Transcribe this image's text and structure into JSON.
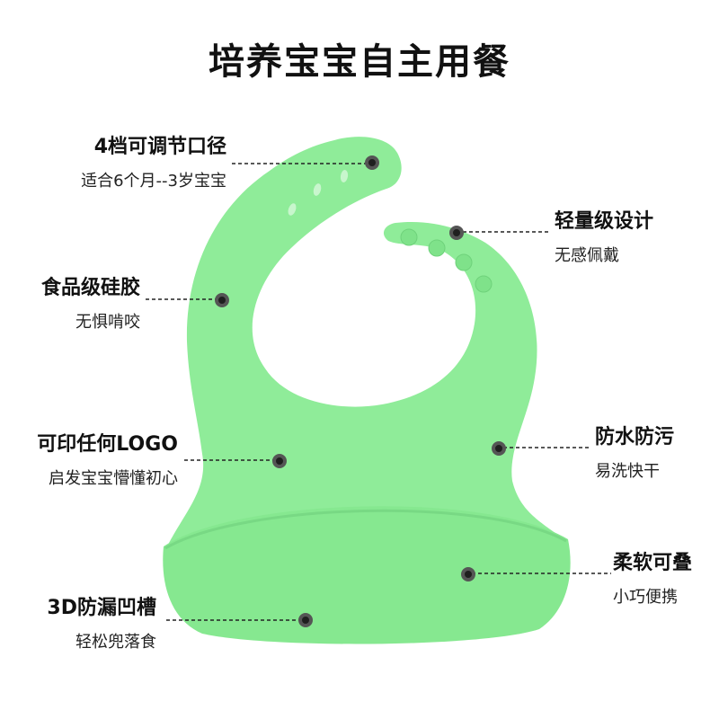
{
  "title": "培养宝宝自主用餐",
  "colors": {
    "bib": "#8fec99",
    "bib_shade": "#7fe28a",
    "dot": "#1f1f1f",
    "line": "#222222"
  },
  "features": [
    {
      "main": "4档可调节口径",
      "sub": "适合6个月--3岁宝宝"
    },
    {
      "main": "轻量级设计",
      "sub": "无感佩戴"
    },
    {
      "main": "食品级硅胶",
      "sub": "无惧啃咬"
    },
    {
      "main": "可印任何LOGO",
      "sub": "启发宝宝懵懂初心"
    },
    {
      "main": "防水防污",
      "sub": "易洗快干"
    },
    {
      "main": "柔软可叠",
      "sub": "小巧便携"
    },
    {
      "main": "3D防漏凹槽",
      "sub": "轻松兜落食"
    }
  ]
}
